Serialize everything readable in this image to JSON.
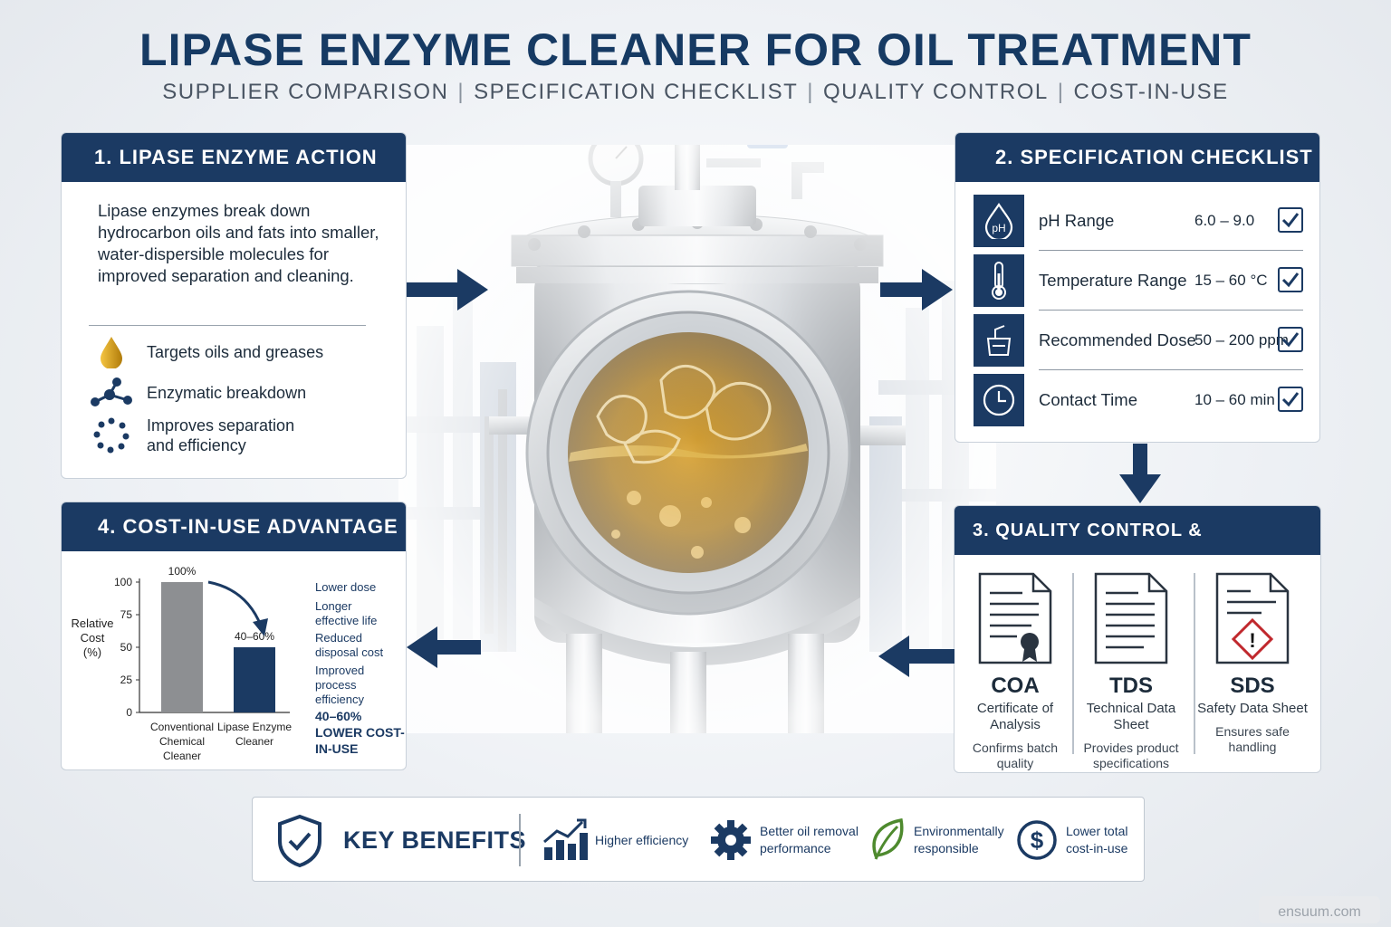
{
  "header": {
    "title": "LIPASE ENZYME CLEANER FOR OIL TREATMENT",
    "subtitle_items": [
      "SUPPLIER COMPARISON",
      "SPECIFICATION CHECKLIST",
      "QUALITY CONTROL",
      "COST-IN-USE"
    ]
  },
  "panel1": {
    "title": "1.  LIPASE ENZYME ACTION",
    "description": "Lipase enzymes break down hydrocarbon oils and fats into smaller, water-dispersible molecules for improved separation and cleaning.",
    "features": [
      {
        "label": "Targets oils and greases",
        "icon": "oil-drop-icon"
      },
      {
        "label": "Enzymatic breakdown",
        "icon": "molecule-icon"
      },
      {
        "label": "Improves separation and efficiency",
        "icon": "dotted-circle-icon"
      }
    ]
  },
  "panel2": {
    "title": "2.  SPECIFICATION CHECKLIST",
    "rows": [
      {
        "label": "pH Range",
        "value": "6.0 – 9.0",
        "icon": "ph-drop-icon"
      },
      {
        "label": "Temperature Range",
        "value": "15 – 60 °C",
        "icon": "thermometer-icon"
      },
      {
        "label": "Recommended Dose",
        "value": "50 – 200 ppm",
        "icon": "dosing-icon"
      },
      {
        "label": "Contact Time",
        "value": "10 – 60 min",
        "icon": "clock-icon"
      }
    ]
  },
  "panel3": {
    "title": "3.  QUALITY CONTROL & DOCUMENTATION",
    "docs": [
      {
        "abbr": "COA",
        "full": "Certificate of Analysis",
        "note": "Confirms batch quality",
        "icon": "certificate-icon"
      },
      {
        "abbr": "TDS",
        "full": "Technical Data Sheet",
        "note": "Provides product specifications",
        "icon": "data-sheet-icon"
      },
      {
        "abbr": "SDS",
        "full": "Safety Data Sheet",
        "note": "Ensures safe handling",
        "icon": "safety-sheet-icon"
      }
    ]
  },
  "panel4": {
    "title": "4.  COST-IN-USE ADVANTAGE",
    "advantages": [
      "Lower dose",
      "Longer effective life",
      "Reduced disposal cost",
      "Improved process efficiency"
    ],
    "summary": "40–60% LOWER COST-IN-USE"
  },
  "chart_data": {
    "type": "bar",
    "categories": [
      "Conventional Chemical Cleaner",
      "Lipase Enzyme Cleaner"
    ],
    "values": [
      100,
      50
    ],
    "data_labels": [
      "100%",
      "40–60%"
    ],
    "ylabel": "Relative Cost (%)",
    "yticks": [
      0,
      25,
      50,
      75,
      100
    ],
    "ylim": [
      0,
      100
    ],
    "colors": [
      "#8d8f92",
      "#1b3a63"
    ]
  },
  "benefits": {
    "title": "KEY BENEFITS",
    "items": [
      {
        "label": "Higher efficiency",
        "icon": "growth-chart-icon"
      },
      {
        "label": "Better oil removal performance",
        "icon": "gear-icon"
      },
      {
        "label": "Environmentally responsible",
        "icon": "leaf-icon"
      },
      {
        "label": "Lower total cost-in-use",
        "icon": "dollar-icon"
      }
    ]
  },
  "watermark": "ensuum.com",
  "colors": {
    "navy": "#1b3a63",
    "oil": "#b88a1e",
    "steel": "#a9b0b8"
  }
}
